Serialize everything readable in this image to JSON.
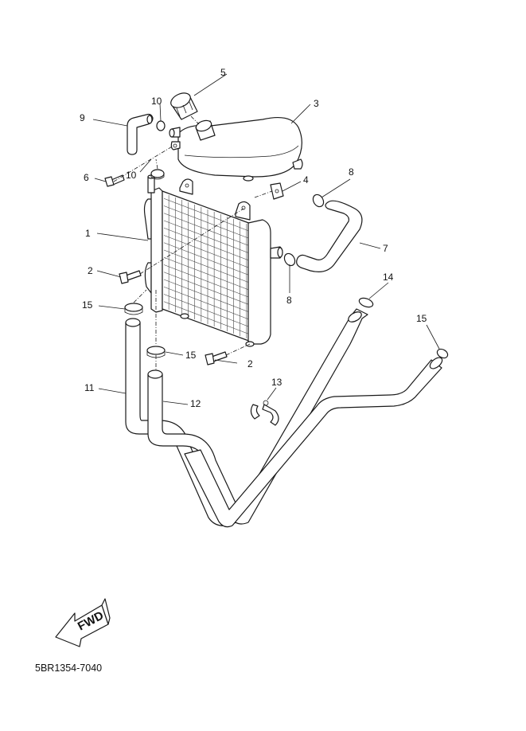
{
  "diagram": {
    "title": "Radiator assembly exploded view",
    "drawing_code": "5BR1354-7040",
    "fwd_label": "FWD",
    "callouts": [
      {
        "id": "c1",
        "label": "1",
        "part": "radiator"
      },
      {
        "id": "c2a",
        "label": "2",
        "part": "bolt-upper-left"
      },
      {
        "id": "c2b",
        "label": "2",
        "part": "bolt-lower"
      },
      {
        "id": "c3",
        "label": "3",
        "part": "reservoir-tank"
      },
      {
        "id": "c4",
        "label": "4",
        "part": "nut-clip"
      },
      {
        "id": "c5",
        "label": "5",
        "part": "reservoir-cap"
      },
      {
        "id": "c6",
        "label": "6",
        "part": "tank-bolt"
      },
      {
        "id": "c7",
        "label": "7",
        "part": "radiator-hose-1"
      },
      {
        "id": "c8a",
        "label": "8",
        "part": "hose-clamp-upper"
      },
      {
        "id": "c8b",
        "label": "8",
        "part": "hose-clamp-lower"
      },
      {
        "id": "c9",
        "label": "9",
        "part": "breather-hose"
      },
      {
        "id": "c10a",
        "label": "10",
        "part": "clip-upper"
      },
      {
        "id": "c10b",
        "label": "10",
        "part": "clip-lower"
      },
      {
        "id": "c11",
        "label": "11",
        "part": "radiator-hose-2"
      },
      {
        "id": "c12",
        "label": "12",
        "part": "radiator-hose-3"
      },
      {
        "id": "c13",
        "label": "13",
        "part": "hose-holder"
      },
      {
        "id": "c14",
        "label": "14",
        "part": "hose-clamp-14"
      },
      {
        "id": "c15a",
        "label": "15",
        "part": "hose-clamp-15-left"
      },
      {
        "id": "c15b",
        "label": "15",
        "part": "hose-clamp-15-middle"
      },
      {
        "id": "c15c",
        "label": "15",
        "part": "hose-clamp-15-right"
      }
    ]
  }
}
